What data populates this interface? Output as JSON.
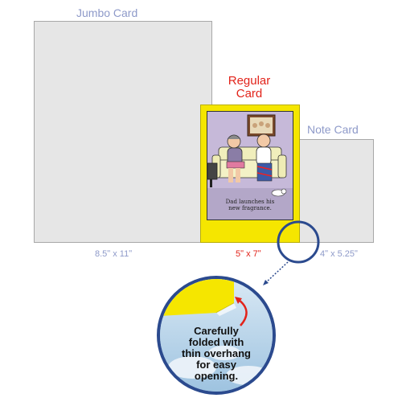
{
  "jumbo": {
    "title": "Jumbo Card",
    "dimensions": "8.5ʺ x 11ʺ"
  },
  "regular": {
    "title_line1": "Regular",
    "title_line2": "Card",
    "dimensions": "5ʺ x 7ʺ",
    "cartoon_caption_line1": "Dad launches his",
    "cartoon_caption_line2": "new fragrance."
  },
  "note": {
    "title": "Note Card",
    "dimensions": "4ʺ x 5.25ʺ"
  },
  "callout": {
    "line1": "Carefully",
    "line2": "folded with",
    "line3": "thin overhang",
    "line4": "for easy",
    "line5": "opening."
  },
  "colors": {
    "card_yellow": "#f5e600",
    "card_gray": "#e6e6e6",
    "label_blue": "#8e9ac9",
    "label_red": "#e2231a",
    "circle_blue": "#2b4a8e",
    "cartoon_purple": "#c6b9d9"
  }
}
